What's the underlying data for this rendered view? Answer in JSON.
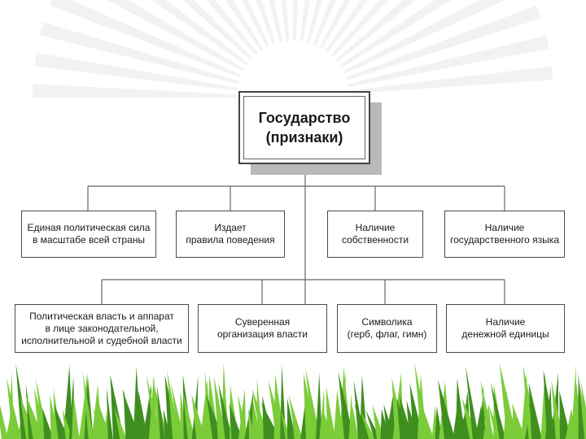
{
  "diagram": {
    "root": {
      "line1": "Государство",
      "line2": "(признаки)"
    },
    "row1": [
      {
        "id": "r1-1",
        "lines": [
          "Единая политическая сила",
          "в масштабе всей страны"
        ]
      },
      {
        "id": "r1-2",
        "lines": [
          "Издает",
          "правила поведения"
        ]
      },
      {
        "id": "r1-3",
        "lines": [
          "Наличие",
          "собственности"
        ]
      },
      {
        "id": "r1-4",
        "lines": [
          "Наличие",
          "государственного языка"
        ]
      }
    ],
    "row2": [
      {
        "id": "r2-1",
        "lines": [
          "Политическая власть и аппарат",
          "в лице законодательной,",
          "исполнительной и судебной власти"
        ]
      },
      {
        "id": "r2-2",
        "lines": [
          "Суверенная",
          "организация власти"
        ]
      },
      {
        "id": "r2-3",
        "lines": [
          "Символика",
          "(герб, флаг, гимн)"
        ]
      },
      {
        "id": "r2-4",
        "lines": [
          "Наличие",
          "денежной единицы"
        ]
      }
    ]
  },
  "colors": {
    "line": "#666666",
    "border": "#444444",
    "grass_dark": "#3f8f1f",
    "grass_light": "#7ccc3a",
    "rays": "#f2f2f2"
  }
}
